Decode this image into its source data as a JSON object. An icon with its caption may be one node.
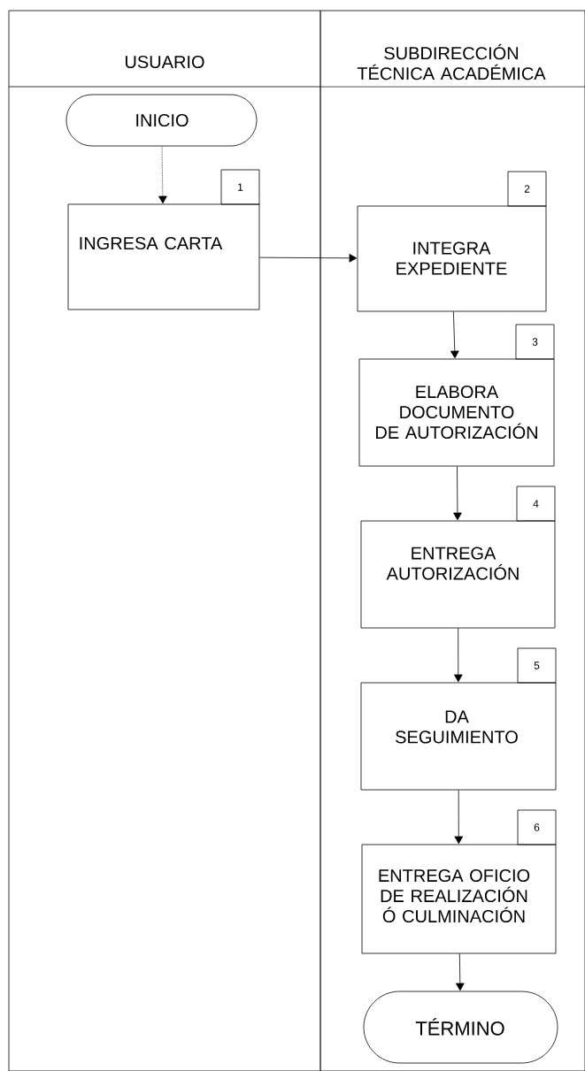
{
  "diagram": {
    "nodes": [
      {
        "text": [
          "USUARIO"
        ]
      },
      {
        "text": [
          "SUBDIRECCIÓN TÉCNICA ACADÉMICA"
        ]
      },
      {
        "text": [
          "INICIO"
        ],
        "in": 0
      },
      {
        "text": [
          "INGRESA CARTA"
        ],
        "in": 0,
        "beside": [
          "1"
        ]
      },
      {
        "text": [
          "INTEGRA EXPEDIENTE"
        ],
        "in": 1,
        "beside": [
          "2"
        ]
      },
      {
        "text": [
          "ELABORA DOCUMENTO DE AUTORIZACIÓN"
        ],
        "in": 1,
        "beside": [
          "3"
        ]
      },
      {
        "text": [
          "ENTREGA AUTORIZACIÓN"
        ],
        "in": 1,
        "beside": [
          "4"
        ]
      },
      {
        "text": [
          "DA SEGUIMIENTO"
        ],
        "in": 1,
        "beside": [
          "5"
        ]
      },
      {
        "text": [
          "ENTREGA OFICIO DE REALIZACIÓN Ó CULMINACIÓN"
        ],
        "in": 1,
        "beside": [
          "6"
        ]
      },
      {
        "text": [
          "TÉRMINO"
        ],
        "in": 1
      }
    ],
    "edges": [
      {
        "from": 2,
        "to": 3,
        "arrow": "to",
        "style": "dashed"
      },
      {
        "from": 3,
        "to": 4,
        "arrow": "to"
      },
      {
        "from": 4,
        "to": 5,
        "arrow": "to"
      },
      {
        "from": 5,
        "to": 6,
        "arrow": "to"
      },
      {
        "from": 6,
        "to": 7,
        "arrow": "to"
      },
      {
        "from": 7,
        "to": 8,
        "arrow": "to"
      },
      {
        "from": 8,
        "to": 9,
        "arrow": "to"
      }
    ]
  }
}
